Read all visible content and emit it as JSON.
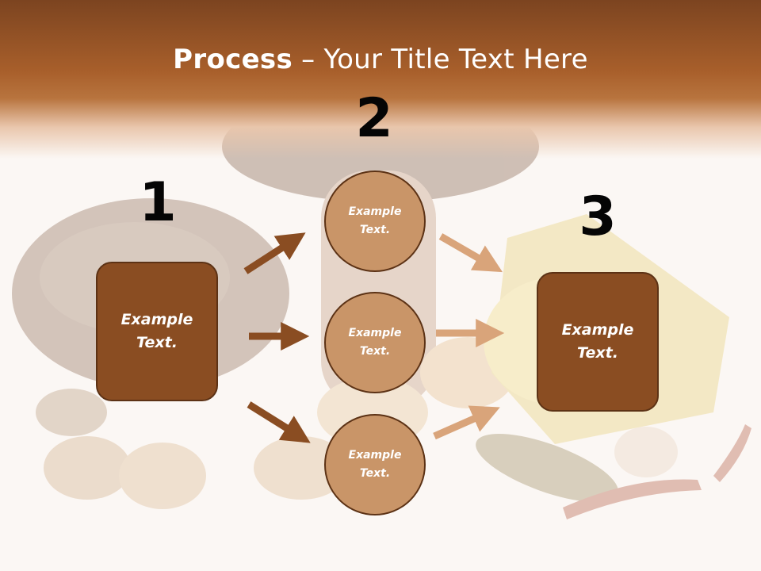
{
  "title": {
    "bold": "Process",
    "rest": " – Your Title Text Here"
  },
  "steps": [
    {
      "number": "1"
    },
    {
      "number": "2"
    },
    {
      "number": "3"
    }
  ],
  "box_left": {
    "text": "Example Text."
  },
  "box_right": {
    "text": "Example Text."
  },
  "circles": [
    {
      "text": "Example Text."
    },
    {
      "text": "Example Text."
    },
    {
      "text": "Example Text."
    }
  ],
  "colors": {
    "header": "#a85f2b",
    "box_fill": "#8a4d22",
    "circle_fill": "#c99568",
    "arrow_dark": "#8a4d22",
    "arrow_light": "#d9a47a"
  }
}
